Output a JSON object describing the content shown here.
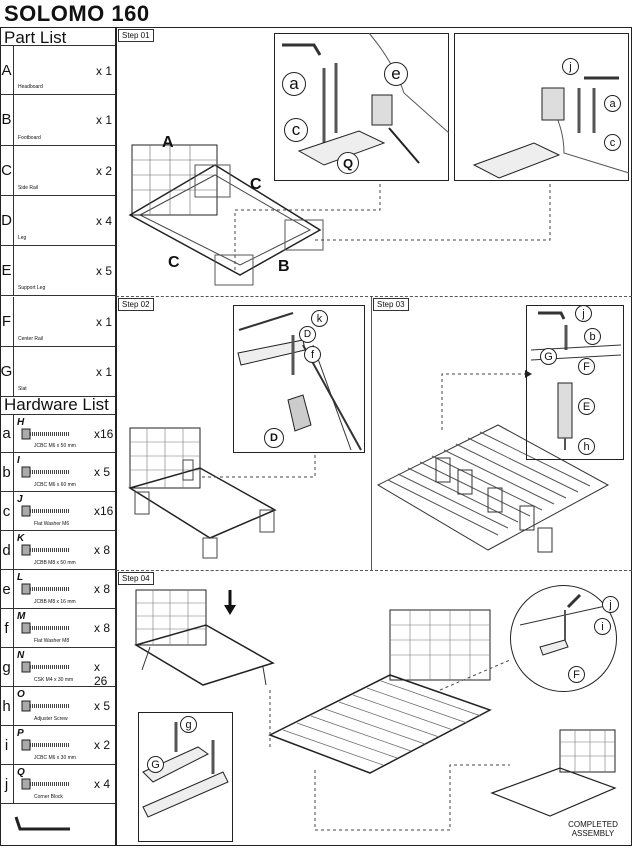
{
  "title": "SOLOMO 160",
  "part_list": {
    "heading": "Part List",
    "items": [
      {
        "letter": "A",
        "name": "Headboard",
        "qty": "x 1"
      },
      {
        "letter": "B",
        "name": "Footboard",
        "qty": "x 1"
      },
      {
        "letter": "C",
        "name": "Side Rail",
        "qty": "x 2"
      },
      {
        "letter": "D",
        "name": "Leg",
        "qty": "x 4"
      },
      {
        "letter": "E",
        "name": "Support Leg",
        "qty": "x 5"
      },
      {
        "letter": "F",
        "name": "Center Rail",
        "qty": "x 1"
      },
      {
        "letter": "G",
        "name": "Slat",
        "qty": "x 1"
      }
    ]
  },
  "hardware_list": {
    "heading": "Hardware List",
    "items": [
      {
        "letter": "a",
        "code": "H",
        "name": "JCBC M6 x 50 mm",
        "qty": "x16"
      },
      {
        "letter": "b",
        "code": "I",
        "name": "JCBC M6 x 60 mm",
        "qty": "x 5"
      },
      {
        "letter": "c",
        "code": "J",
        "name": "Flat Washer M6",
        "qty": "x16"
      },
      {
        "letter": "d",
        "code": "K",
        "name": "JCBB M8 x 50 mm",
        "qty": "x 8"
      },
      {
        "letter": "e",
        "code": "L",
        "name": "JCBB M8 x 16 mm",
        "qty": "x 8"
      },
      {
        "letter": "f",
        "code": "M",
        "name": "Flat Washer M8",
        "qty": "x 8"
      },
      {
        "letter": "g",
        "code": "N",
        "name": "CSK M4 x 30 mm",
        "qty": "x 26"
      },
      {
        "letter": "h",
        "code": "O",
        "name": "Adjuster Screw",
        "qty": "x 5"
      },
      {
        "letter": "i",
        "code": "P",
        "name": "JCBC M6 x 30 mm",
        "qty": "x 2"
      },
      {
        "letter": "j",
        "code": "Q",
        "name": "Corner Block",
        "qty": "x 4"
      }
    ]
  },
  "steps": {
    "s1": "Step 01",
    "s2": "Step 02",
    "s3": "Step 03",
    "s4": "Step 04"
  },
  "labels": {
    "A": "A",
    "B": "B",
    "C": "C",
    "D": "D",
    "E": "E",
    "F": "F",
    "G": "G",
    "a": "a",
    "b": "b",
    "c": "c",
    "e": "e",
    "f": "f",
    "g": "g",
    "h": "h",
    "i": "i",
    "j": "j",
    "k": "k",
    "Q": "Q"
  },
  "completed": {
    "line1": "COMPLETED",
    "line2": "ASSEMBLY"
  }
}
